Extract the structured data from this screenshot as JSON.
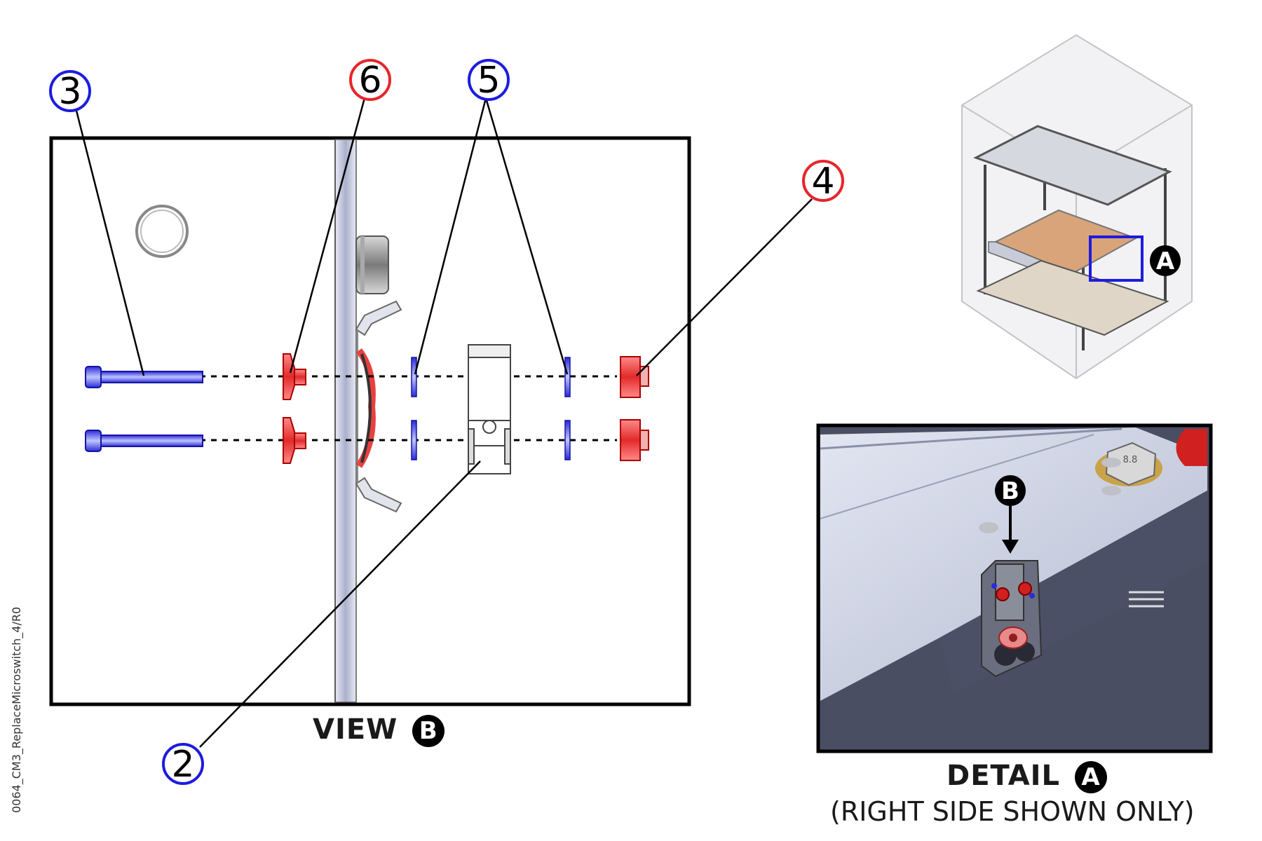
{
  "doc_id": "0064_CM3_ReplaceMicroswitch_4/R0",
  "view": {
    "word": "VIEW",
    "letter": "B"
  },
  "detail": {
    "word": "DETAIL",
    "letter": "A",
    "note": "(RIGHT SIDE SHOWN ONLY)"
  },
  "callouts": {
    "c3": "3",
    "c6": "6",
    "c5": "5",
    "c4": "4",
    "c2": "2",
    "marker_a": "A",
    "marker_b": "B",
    "bolt_mark": "8.8"
  },
  "colors": {
    "red": "#e6262b",
    "blue": "#1c1ce0",
    "frame": "#000000",
    "part_blue": "#3d3df0",
    "part_red": "#e84040",
    "metal": "#c8ccd8",
    "wood": "#d9a47a"
  }
}
